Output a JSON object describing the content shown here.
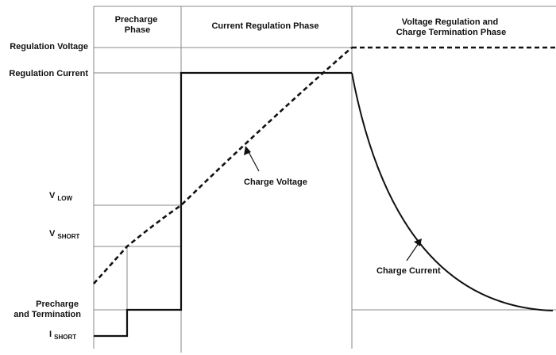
{
  "phases": {
    "precharge": [
      "Precharge",
      "Phase"
    ],
    "current_regulation": "Current Regulation Phase",
    "voltage_regulation": [
      "Voltage Regulation and",
      "Charge Termination Phase"
    ]
  },
  "levels": {
    "regulation_voltage": "Regulation Voltage",
    "regulation_current": "Regulation Current",
    "v_low": {
      "main": "V",
      "sub": "LOW"
    },
    "v_short": {
      "main": "V",
      "sub": "SHORT"
    },
    "precharge_termination": [
      "Precharge",
      "and Termination"
    ],
    "i_short": {
      "main": "I",
      "sub": "SHORT"
    }
  },
  "curves": {
    "charge_voltage": "Charge Voltage",
    "charge_current": "Charge Current"
  },
  "colors": {
    "line": "#111111",
    "grid": "#888888"
  }
}
